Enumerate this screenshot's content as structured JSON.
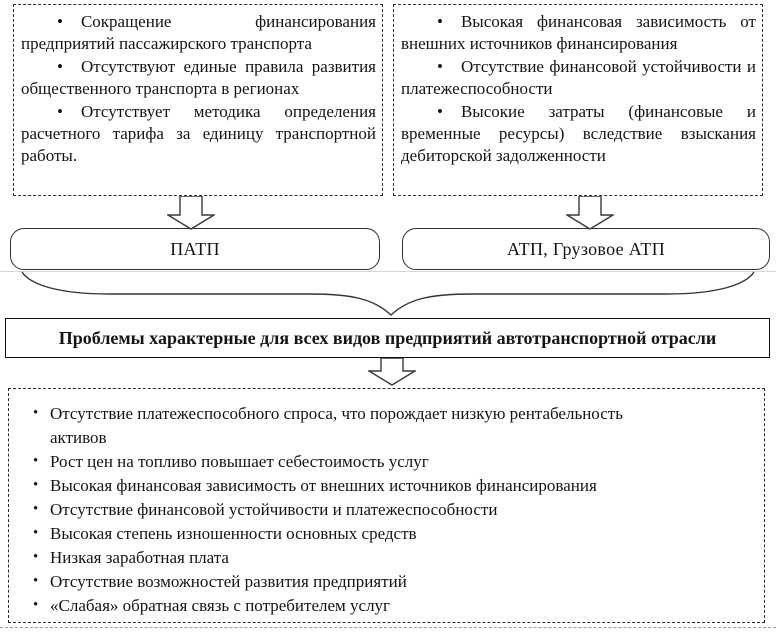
{
  "glyphs": {
    "bullet": "•"
  },
  "colors": {
    "background": "#ffffff",
    "line_dark": "#2b2b2b",
    "line_faint": "#d8d8d8",
    "text": "#141414"
  },
  "top_left_box": {
    "items": [
      "Сокращение финансирования предприятий пассажирского транспорта",
      "Отсутствуют единые правила развития общественного транспорта в регионах",
      "Отсутствует методика определения расчетного тарифа за единицу транспортной работы."
    ]
  },
  "top_right_box": {
    "items": [
      "Высокая финансовая зависимость от внешних источников финансирования",
      "Отсутствие финансовой устойчивости и платежеспособности",
      "Высокие затраты (финансовые и временные ресурсы) вследствие взыскания дебиторской задолженности"
    ]
  },
  "category_boxes": {
    "left_label": "ПАТП",
    "right_label": "АТП, Грузовое АТП"
  },
  "common_problems": {
    "title": "Проблемы характерные для всех видов предприятий автотранспортной отрасли"
  },
  "bottom_box": {
    "items": [
      "Отсутствие платежеспособного спроса, что порождает низкую рентабельность активов",
      "Рост цен на топливо повышает себестоимость услуг",
      "Высокая финансовая зависимость от внешних источников финансирования",
      "Отсутствие финансовой устойчивости и платежеспособности",
      "Высокая степень изношенности основных средств",
      "Низкая заработная плата",
      "Отсутствие возможностей развития предприятий",
      "«Слабая» обратная связь с потребителем услуг"
    ]
  }
}
